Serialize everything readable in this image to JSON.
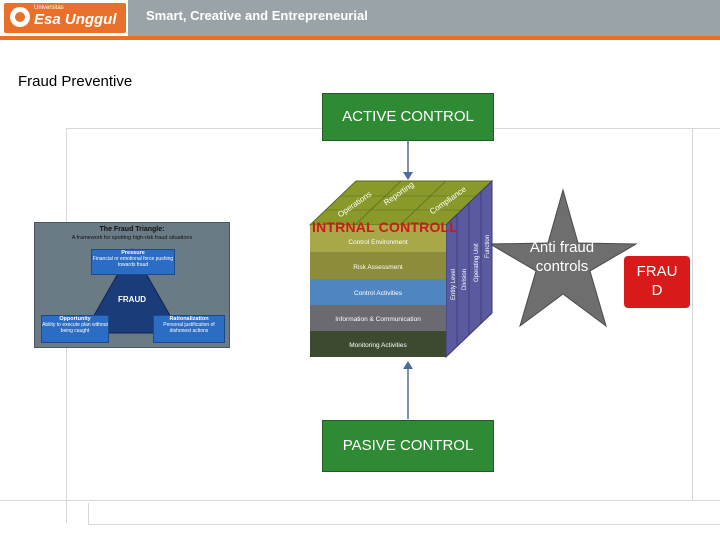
{
  "header": {
    "logo_small": "Universitas",
    "logo_text": "Esa Unggul",
    "tagline": "Smart, Creative and Entrepreneurial"
  },
  "title": "Fraud Preventive",
  "boxes": {
    "active": "ACTIVE CONTROL",
    "pasive": "PASIVE CONTROL"
  },
  "triangle": {
    "title": "The Fraud Triangle:",
    "subtitle": "A framework for spotting high-risk fraud situations",
    "pressure_title": "Pressure",
    "pressure_text": "Financial or emotional force pushing towards fraud",
    "center": "FRAUD",
    "opportunity_title": "Opportunity",
    "opportunity_text": "Ability to execute plan without being caught",
    "rationalization_title": "Rationalization",
    "rationalization_text": "Personal justification of dishonest actions"
  },
  "cube": {
    "label": "INTRNAL CONTROLL",
    "top_labels": [
      "Operations",
      "Reporting",
      "Compliance"
    ],
    "side_labels": [
      "Entity Level",
      "Division",
      "Operating Unit",
      "Function"
    ],
    "rows": [
      "Control Environment",
      "Risk Assessment",
      "Control Activities",
      "Information & Communication",
      "Monitoring Activities"
    ]
  },
  "star": {
    "line1": "Anti fraud",
    "line2": "controls"
  },
  "fraud": {
    "line1": "FRAU",
    "line2": "D"
  },
  "colors": {
    "brand_orange": "#e8702a",
    "box_green": "#2e8b34",
    "star_gray": "#6e6e6e",
    "fraud_red": "#d91a1a",
    "cube_label_red": "#d01818"
  }
}
